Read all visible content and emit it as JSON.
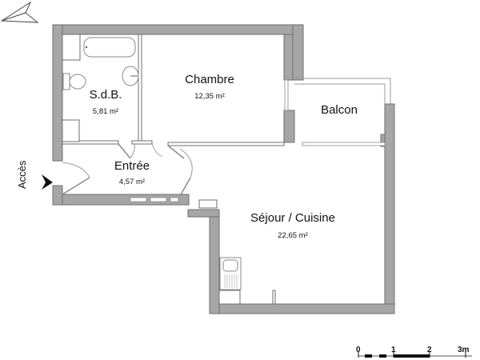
{
  "plan": {
    "rooms": [
      {
        "id": "sdb",
        "name": "S.d.B.",
        "area": "5,81 m²"
      },
      {
        "id": "chambre",
        "name": "Chambre",
        "area": "12,35 m²"
      },
      {
        "id": "balcon",
        "name": "Balcon",
        "area": ""
      },
      {
        "id": "entree",
        "name": "Entrée",
        "area": "4,57 m²"
      },
      {
        "id": "sejour",
        "name": "Séjour / Cuisine",
        "area": "22,65 m²"
      }
    ],
    "entrance_label": "Accès",
    "compass": "north-arrow-icon",
    "scale_bar": {
      "ticks": [
        "0",
        "1",
        "2",
        "3m"
      ]
    },
    "colors": {
      "wall_fill": "#a6a6a6",
      "wall_stroke": "#6e6e6e",
      "background": "#ffffff"
    }
  }
}
